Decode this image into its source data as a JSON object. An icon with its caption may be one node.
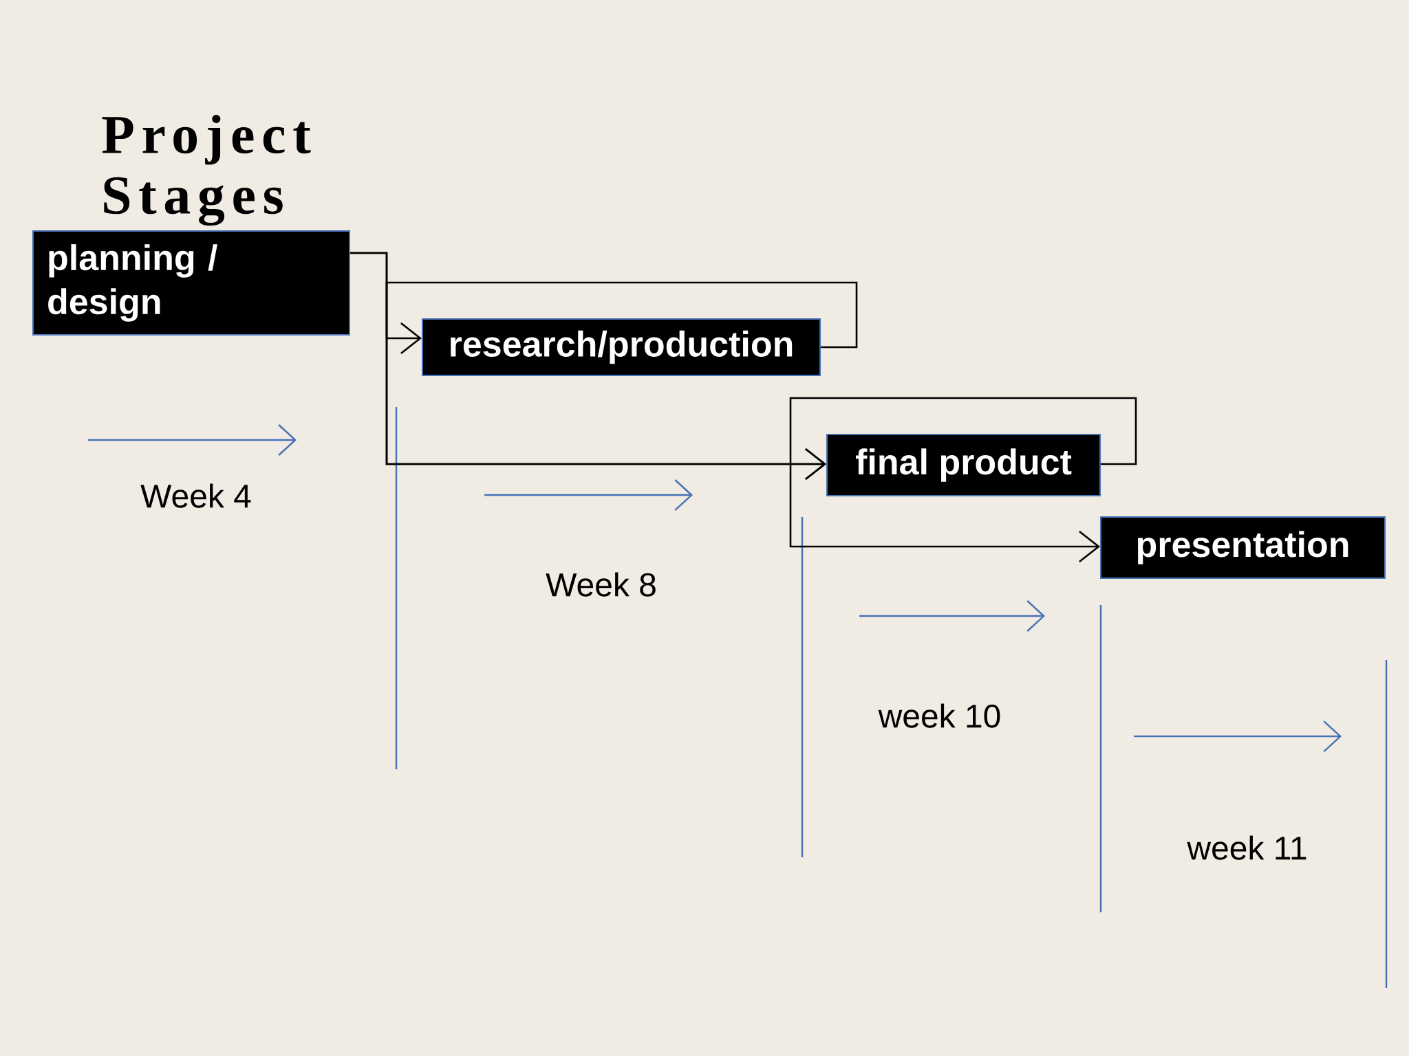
{
  "diagram": {
    "title": "Project Stages",
    "nodes": [
      {
        "text": [
          "planning / design"
        ]
      },
      {
        "text": [
          "research/production"
        ]
      },
      {
        "text": [
          "final product"
        ]
      },
      {
        "text": [
          "presentation"
        ]
      }
    ],
    "edges": [
      {
        "from": 0,
        "to": 1,
        "arrow": "to"
      },
      {
        "from": 0,
        "to": 2,
        "arrow": "to"
      },
      {
        "from": 1,
        "to": 2,
        "arrow": "to"
      },
      {
        "from": 2,
        "to": 3,
        "arrow": "to"
      }
    ],
    "labels": [
      "Week 4",
      "Week 8",
      "week 10",
      "week 11"
    ]
  }
}
